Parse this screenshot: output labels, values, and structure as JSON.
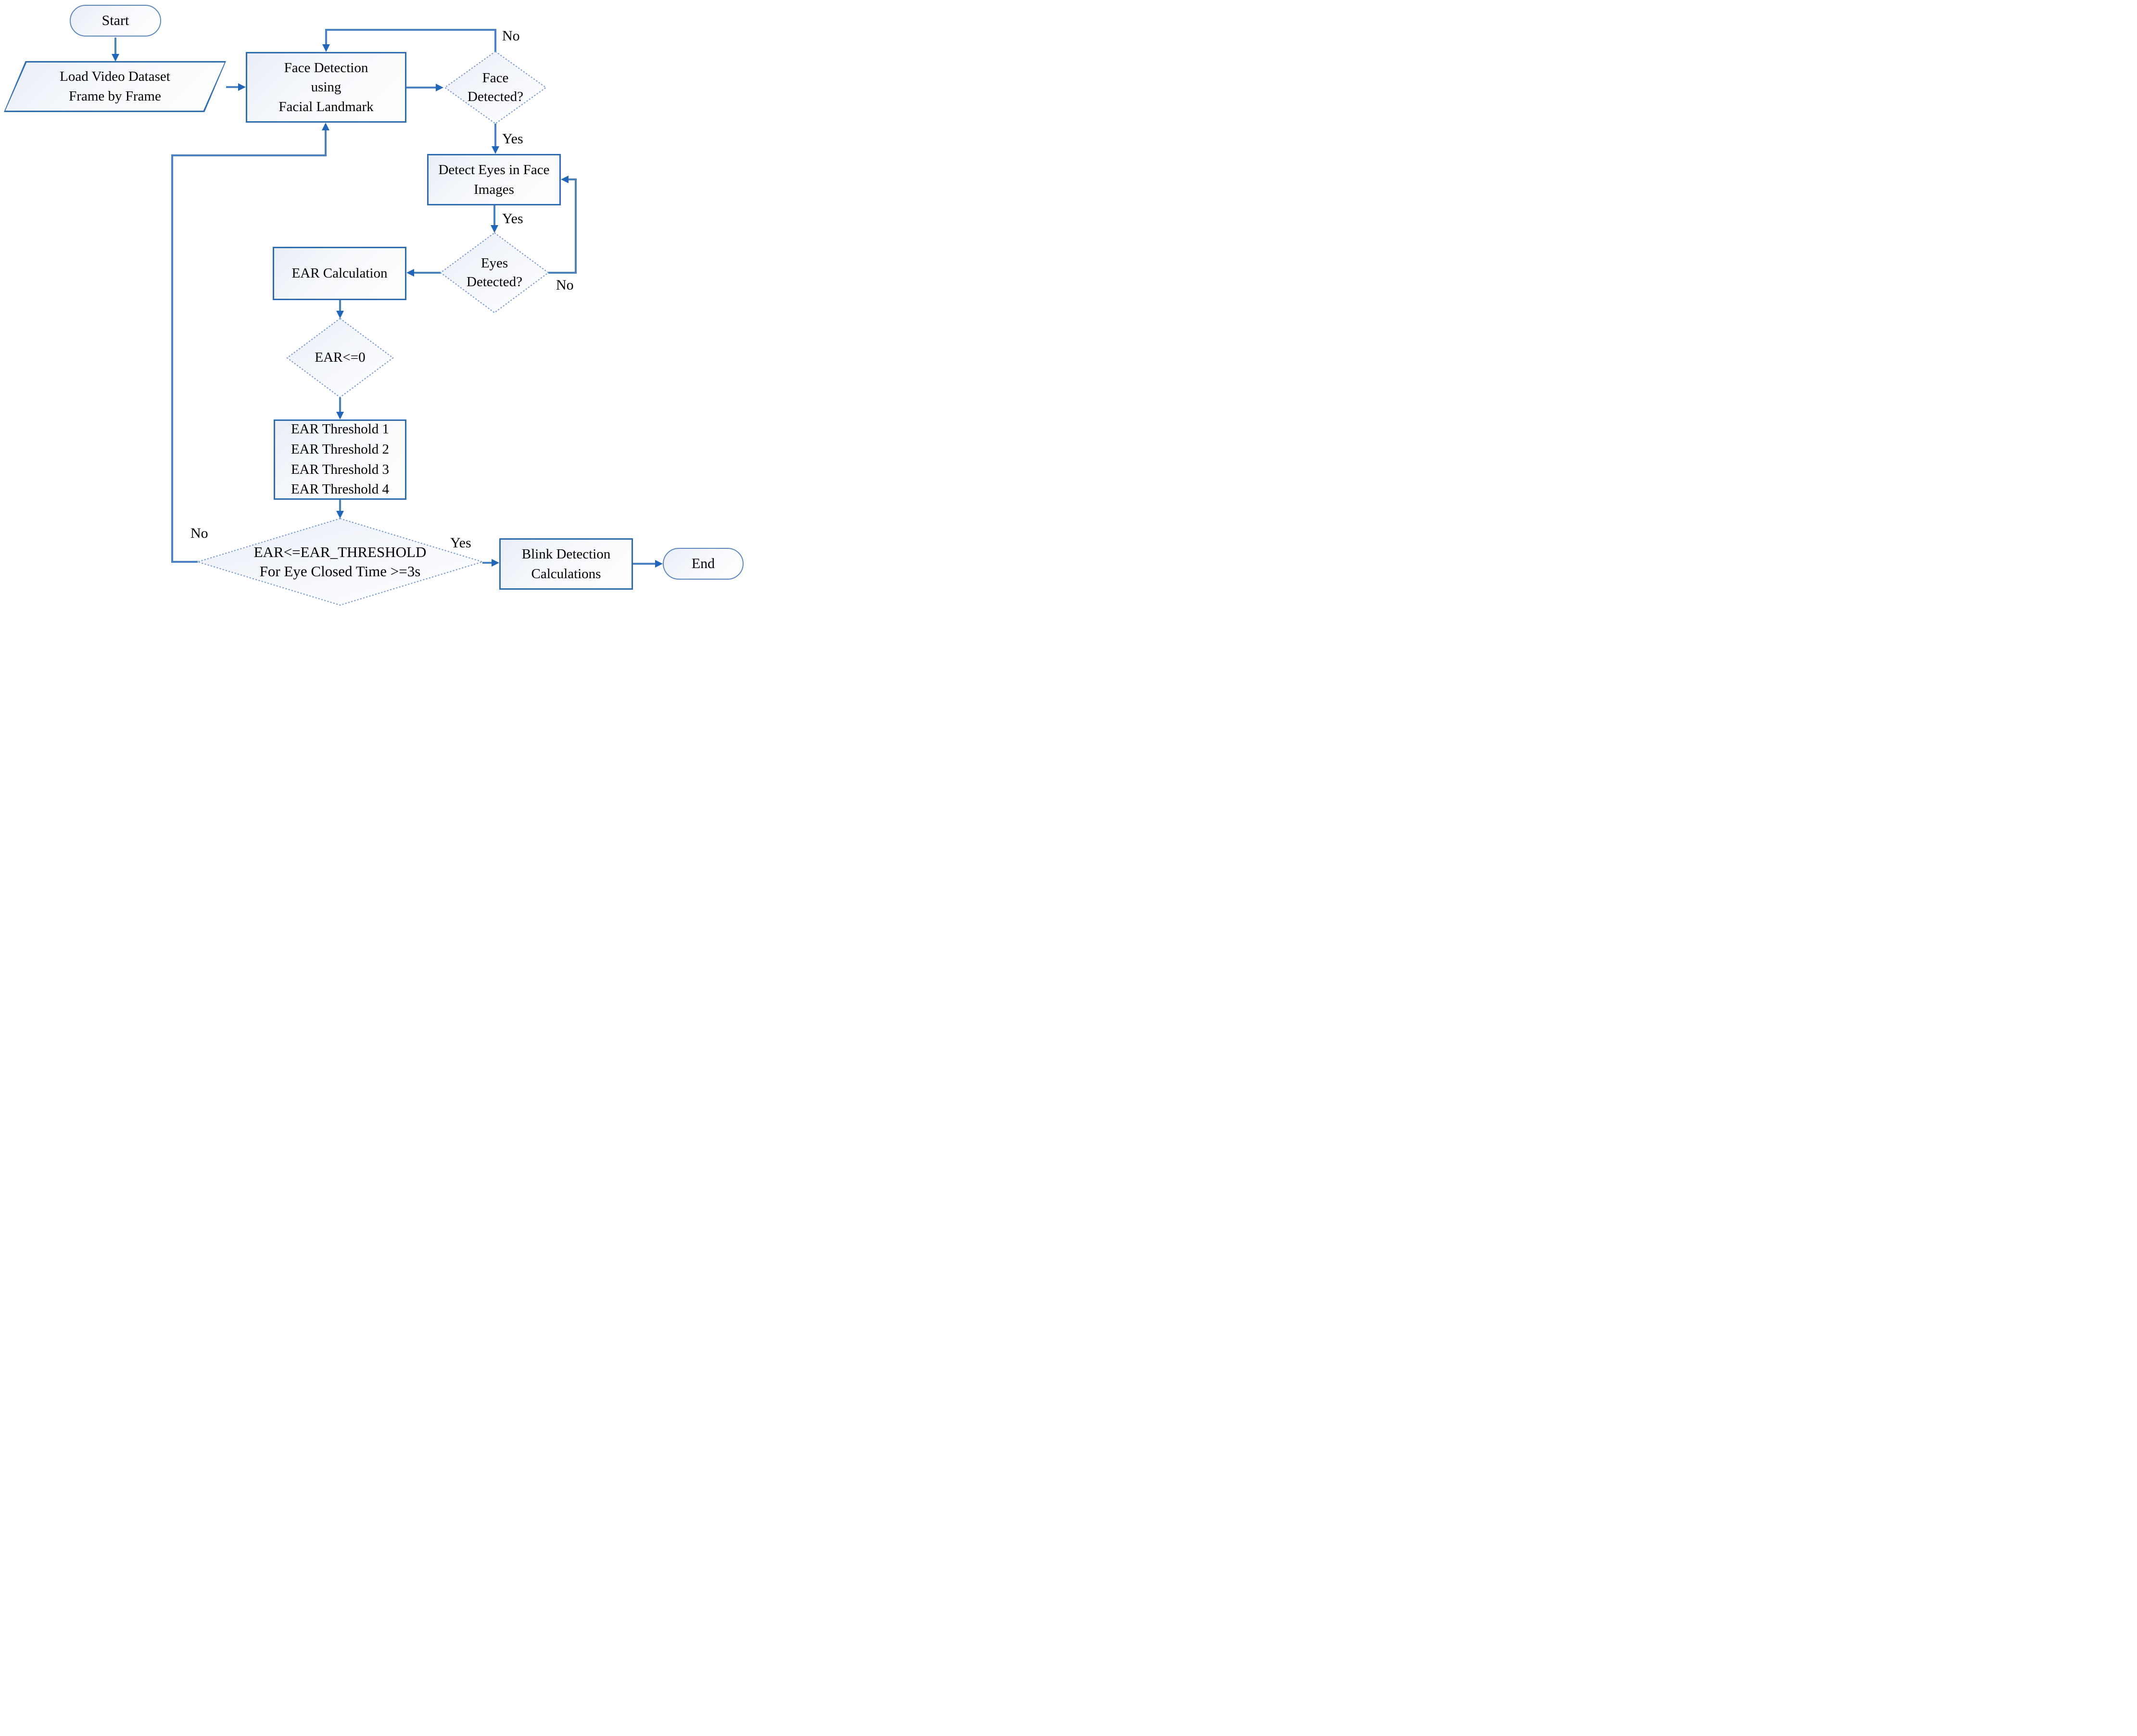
{
  "figure": {
    "type": "flowchart"
  },
  "nodes": {
    "start": {
      "label": "Start"
    },
    "load_video": {
      "line1": "Load Video Dataset",
      "line2": "Frame by Frame"
    },
    "face_detection": {
      "line1": "Face Detection",
      "line2": "using",
      "line3": "Facial Landmark"
    },
    "face_detected": {
      "line1": "Face",
      "line2": "Detected?"
    },
    "detect_eyes": {
      "line1": "Detect Eyes in Face",
      "line2": "Images"
    },
    "eyes_detected": {
      "line1": "Eyes",
      "line2": "Detected?"
    },
    "ear_calculation": {
      "label": "EAR Calculation"
    },
    "ear_zero": {
      "label": "EAR<=0"
    },
    "ear_thresholds": {
      "line1": "EAR Threshold 1",
      "line2": "EAR Threshold 2",
      "line3": "EAR Threshold 3",
      "line4": "EAR Threshold 4"
    },
    "ear_threshold_check": {
      "line1": "EAR<=EAR_THRESHOLD",
      "line2": "For Eye Closed Time >=3s"
    },
    "blink_detection": {
      "line1": "Blink Detection",
      "line2": "Calculations"
    },
    "end": {
      "label": "End"
    }
  },
  "edge_labels": {
    "face_detected_no": "No",
    "face_detected_yes": "Yes",
    "detect_eyes_yes": "Yes",
    "eyes_detected_no": "No",
    "threshold_no": "No",
    "threshold_yes": "Yes"
  },
  "colors": {
    "line": "#4a82c4",
    "arrowhead": "#2166b8",
    "shape_border": "#2e6db4",
    "terminator_border": "#5d88bf",
    "diamond_border": "#7b9cd1",
    "fill_light": "#e9edf6",
    "text": "#000000"
  }
}
